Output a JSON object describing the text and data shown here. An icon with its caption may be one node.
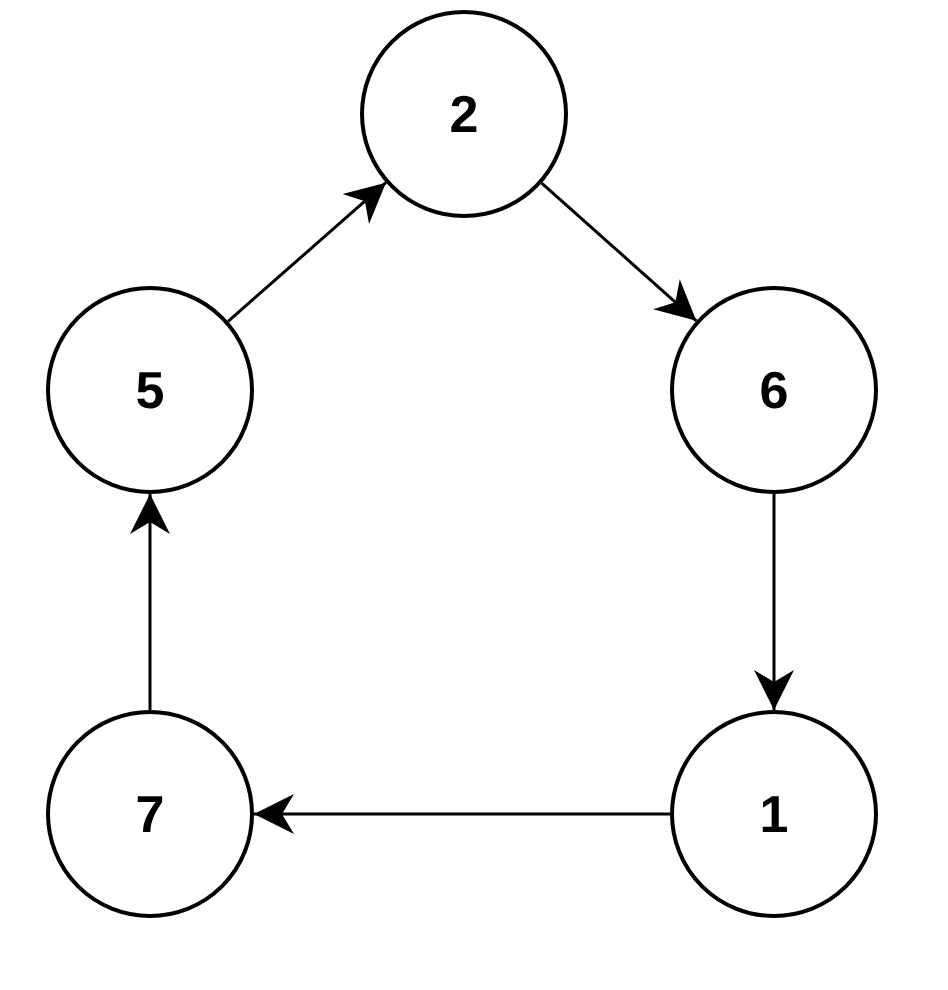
{
  "diagram": {
    "nodes": [
      {
        "text": [
          "2"
        ]
      },
      {
        "text": [
          "5"
        ]
      },
      {
        "text": [
          "6"
        ]
      },
      {
        "text": [
          "7"
        ]
      },
      {
        "text": [
          "1"
        ]
      }
    ],
    "edges": [
      {
        "from": 1,
        "to": 0,
        "arrow": "to"
      },
      {
        "from": 0,
        "to": 2,
        "arrow": "to"
      },
      {
        "from": 2,
        "to": 4,
        "arrow": "to"
      },
      {
        "from": 4,
        "to": 3,
        "arrow": "to"
      },
      {
        "from": 3,
        "to": 1,
        "arrow": "to"
      }
    ]
  }
}
